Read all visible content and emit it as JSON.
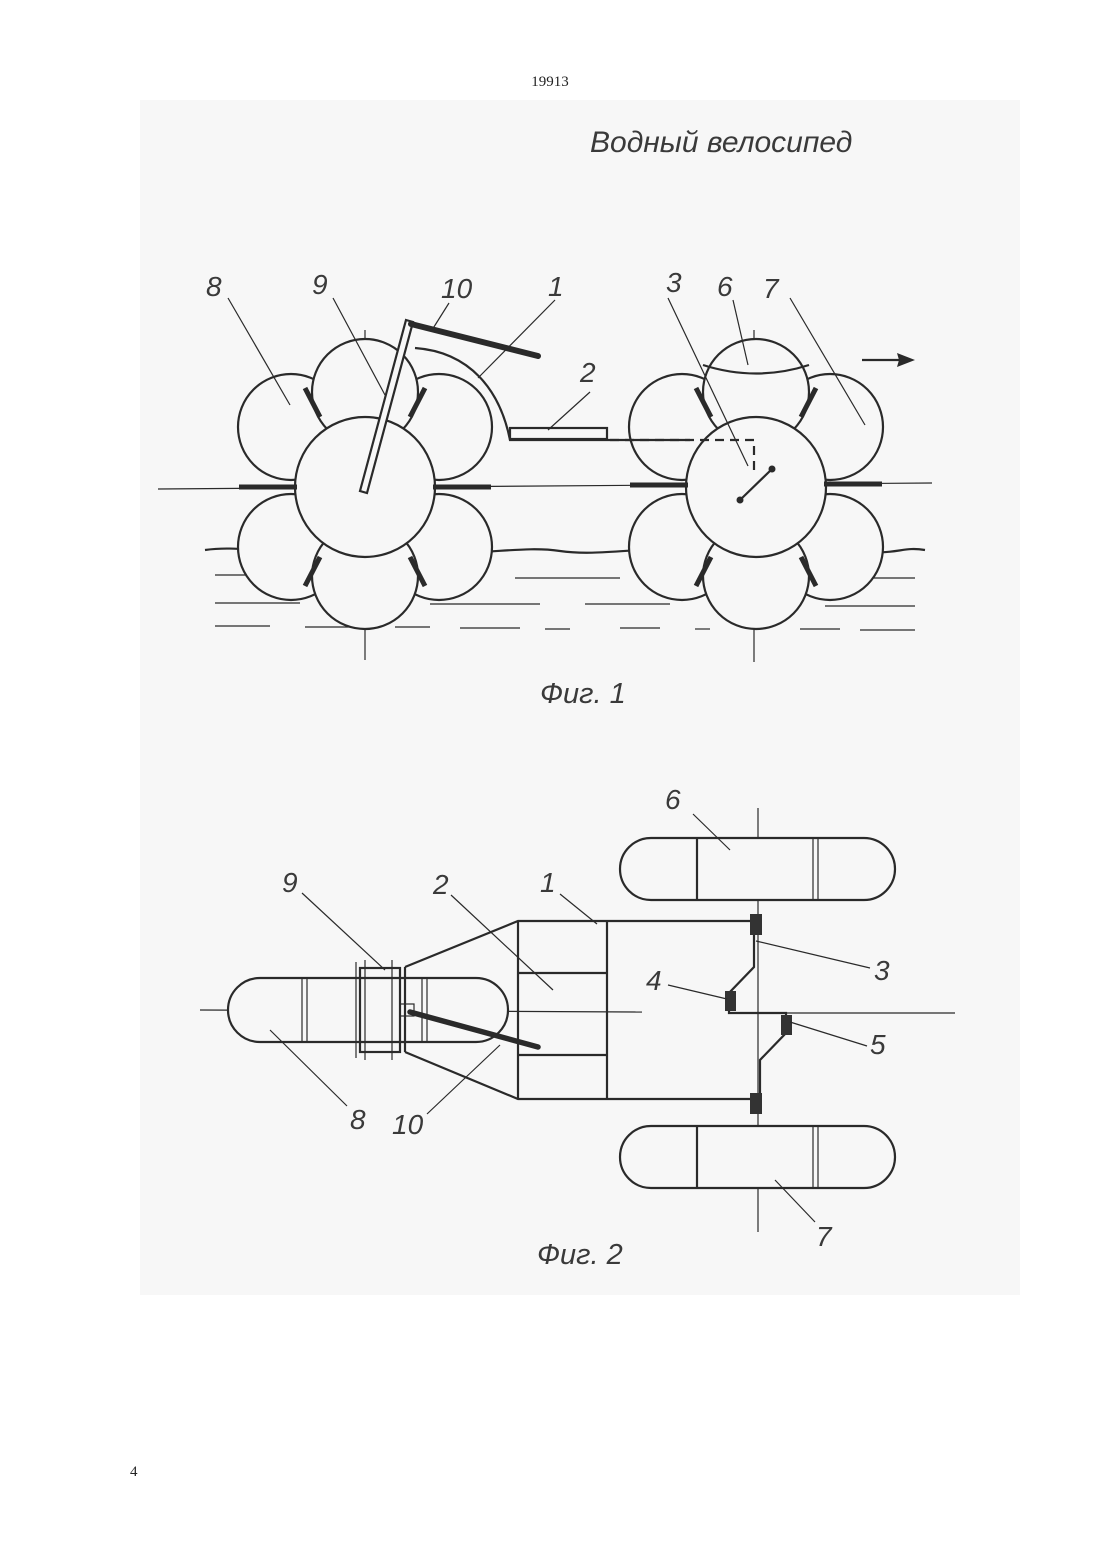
{
  "header": {
    "document_number": "19913"
  },
  "title": "Водный велосипед",
  "figures": [
    {
      "caption": "Фиг. 1",
      "labels": [
        "8",
        "9",
        "10",
        "1",
        "3",
        "6",
        "7",
        "2"
      ]
    },
    {
      "caption": "Фиг. 2",
      "labels": [
        "6",
        "9",
        "2",
        "1",
        "3",
        "4",
        "5",
        "8",
        "10",
        "7"
      ]
    }
  ],
  "footer": {
    "page_number": "4"
  }
}
